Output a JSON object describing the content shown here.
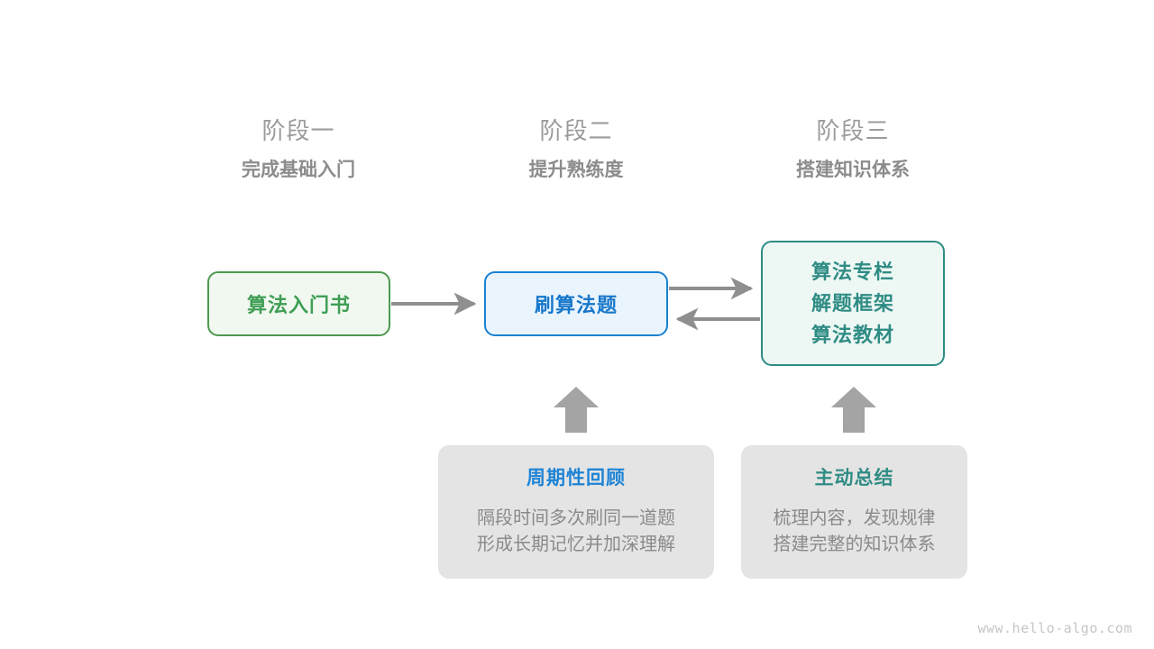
{
  "stages": [
    {
      "name": "阶段一",
      "subtitle": "完成基础入门"
    },
    {
      "name": "阶段二",
      "subtitle": "提升熟练度"
    },
    {
      "name": "阶段三",
      "subtitle": "搭建知识体系"
    }
  ],
  "flow": {
    "book": {
      "label": "算法入门书",
      "border_color": "#4d9a4f",
      "fill_color": "#f1f8f0",
      "text_color": "#3f9e54"
    },
    "practice": {
      "label": "刷算法题",
      "border_color": "#1a81d0",
      "fill_color": "#e9f4fd",
      "text_color": "#1877ca"
    },
    "resources": {
      "lines": [
        "算法专栏",
        "解题框架",
        "算法教材"
      ],
      "border_color": "#2f8c84",
      "fill_color": "#edf7f4",
      "text_color": "#2f8c84"
    }
  },
  "notes": [
    {
      "title": "周期性回顾",
      "title_color": "#1e84d6",
      "body_line_1": "隔段时间多次刷同一道题",
      "body_line_2": "形成长期记忆并加深理解",
      "fill_color": "#e4e4e4"
    },
    {
      "title": "主动总结",
      "title_color": "#2f8c84",
      "body_line_1": "梳理内容，发现规律",
      "body_line_2": "搭建完整的知识体系",
      "fill_color": "#e4e4e4"
    }
  ],
  "connectors": {
    "color": "#8f8f8f",
    "items": [
      {
        "name": "book-to-practice",
        "direction": "right"
      },
      {
        "name": "practice-to-resources",
        "direction": "right"
      },
      {
        "name": "resources-to-practice",
        "direction": "left"
      },
      {
        "name": "review-to-practice",
        "direction": "up"
      },
      {
        "name": "summary-to-resources",
        "direction": "up"
      }
    ]
  },
  "watermark": "www.hello-algo.com"
}
